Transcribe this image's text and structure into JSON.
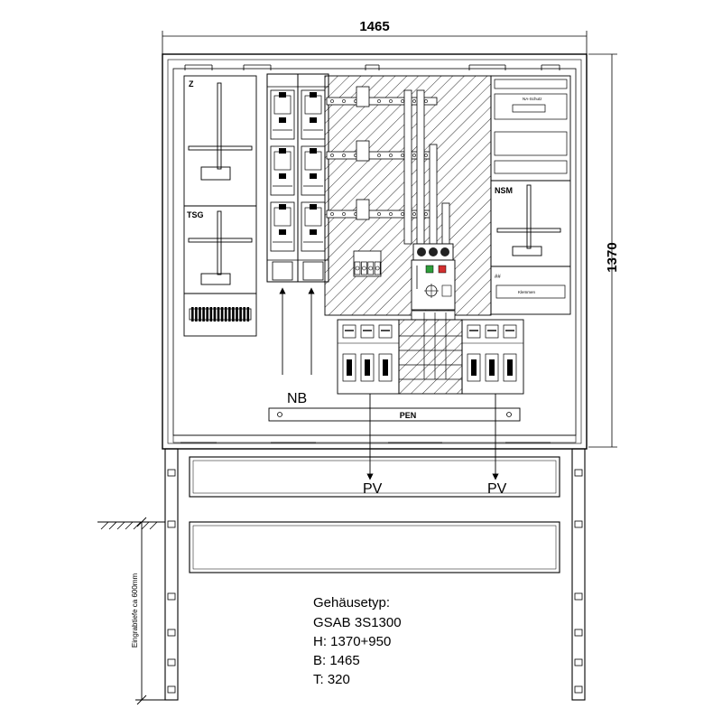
{
  "dimensions": {
    "width": "1465",
    "height": "1370",
    "depth_note": "Eingrabtiefe ca 600mm"
  },
  "labels": {
    "z": "Z",
    "tsg": "TSG",
    "nsm": "NSM",
    "nb": "NB",
    "pen": "PEN",
    "pv_left": "PV",
    "pv_right": "PV",
    "na_schutz": "NA-Schutz",
    "klemmen": "Klemmen",
    "mini_box": "##"
  },
  "housing_info": {
    "title": "Gehäusetyp:",
    "model": "GSAB 3S1300",
    "h": "H: 1370+950",
    "b": "B: 1465",
    "t": "T: 320"
  },
  "colors": {
    "line": "#000000",
    "hatch": "#000000",
    "green_indicator": "#2e9e3a",
    "red_indicator": "#d32f2f"
  }
}
